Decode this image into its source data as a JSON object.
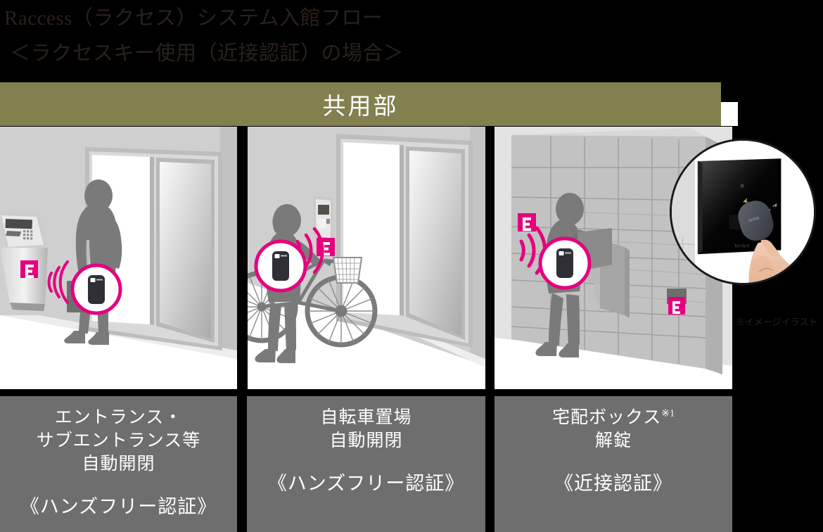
{
  "title": {
    "line1": "Raccess（ラクセス）システム入館フロー",
    "line2": "＜ラクセスキー使用（近接認証）の場合＞"
  },
  "header_band": {
    "label": "共用部",
    "color": "#82804f",
    "text_color": "#ffffff"
  },
  "colors": {
    "accent_magenta": "#e6007e",
    "olive": "#82804f",
    "card_gray": "#6e6e6e",
    "background": "#000000",
    "illustration_gray": "#7a7a7a",
    "wall_gray": "#cfcfcf"
  },
  "panels": [
    {
      "id": "entrance",
      "scene": "entrance-sliding-door",
      "elements": [
        "intercom-stand",
        "reader-badge",
        "person-with-briefcase",
        "signal-waves",
        "key-fob-callout",
        "sliding-glass-door"
      ]
    },
    {
      "id": "bicycle-parking",
      "scene": "bicycle-parking-door",
      "elements": [
        "wall-intercom-panel",
        "reader-badge",
        "woman-with-bicycle",
        "signal-waves",
        "key-fob-callout",
        "sliding-glass-door"
      ]
    },
    {
      "id": "delivery-box",
      "scene": "delivery-locker-bank",
      "elements": [
        "locker-bank",
        "reader-badge-left",
        "reader-badge-right",
        "person-with-parcel",
        "signal-waves",
        "key-fob-callout",
        "open-locker-door"
      ]
    }
  ],
  "inset": {
    "scene": "hand-holding-key-fob-at-black-reader-panel",
    "caption": "※イメージイラスト"
  },
  "cards": [
    {
      "lines": [
        "エントランス・",
        "サブエントランス等",
        "自動開閉"
      ],
      "mode": "《ハンズフリー認証》",
      "note": ""
    },
    {
      "lines": [
        "自転車置場",
        "自動開閉"
      ],
      "mode": "《ハンズフリー認証》",
      "note": ""
    },
    {
      "lines": [
        "宅配ボックス",
        "解錠"
      ],
      "mode": "《近接認証》",
      "note": "※1"
    }
  ]
}
